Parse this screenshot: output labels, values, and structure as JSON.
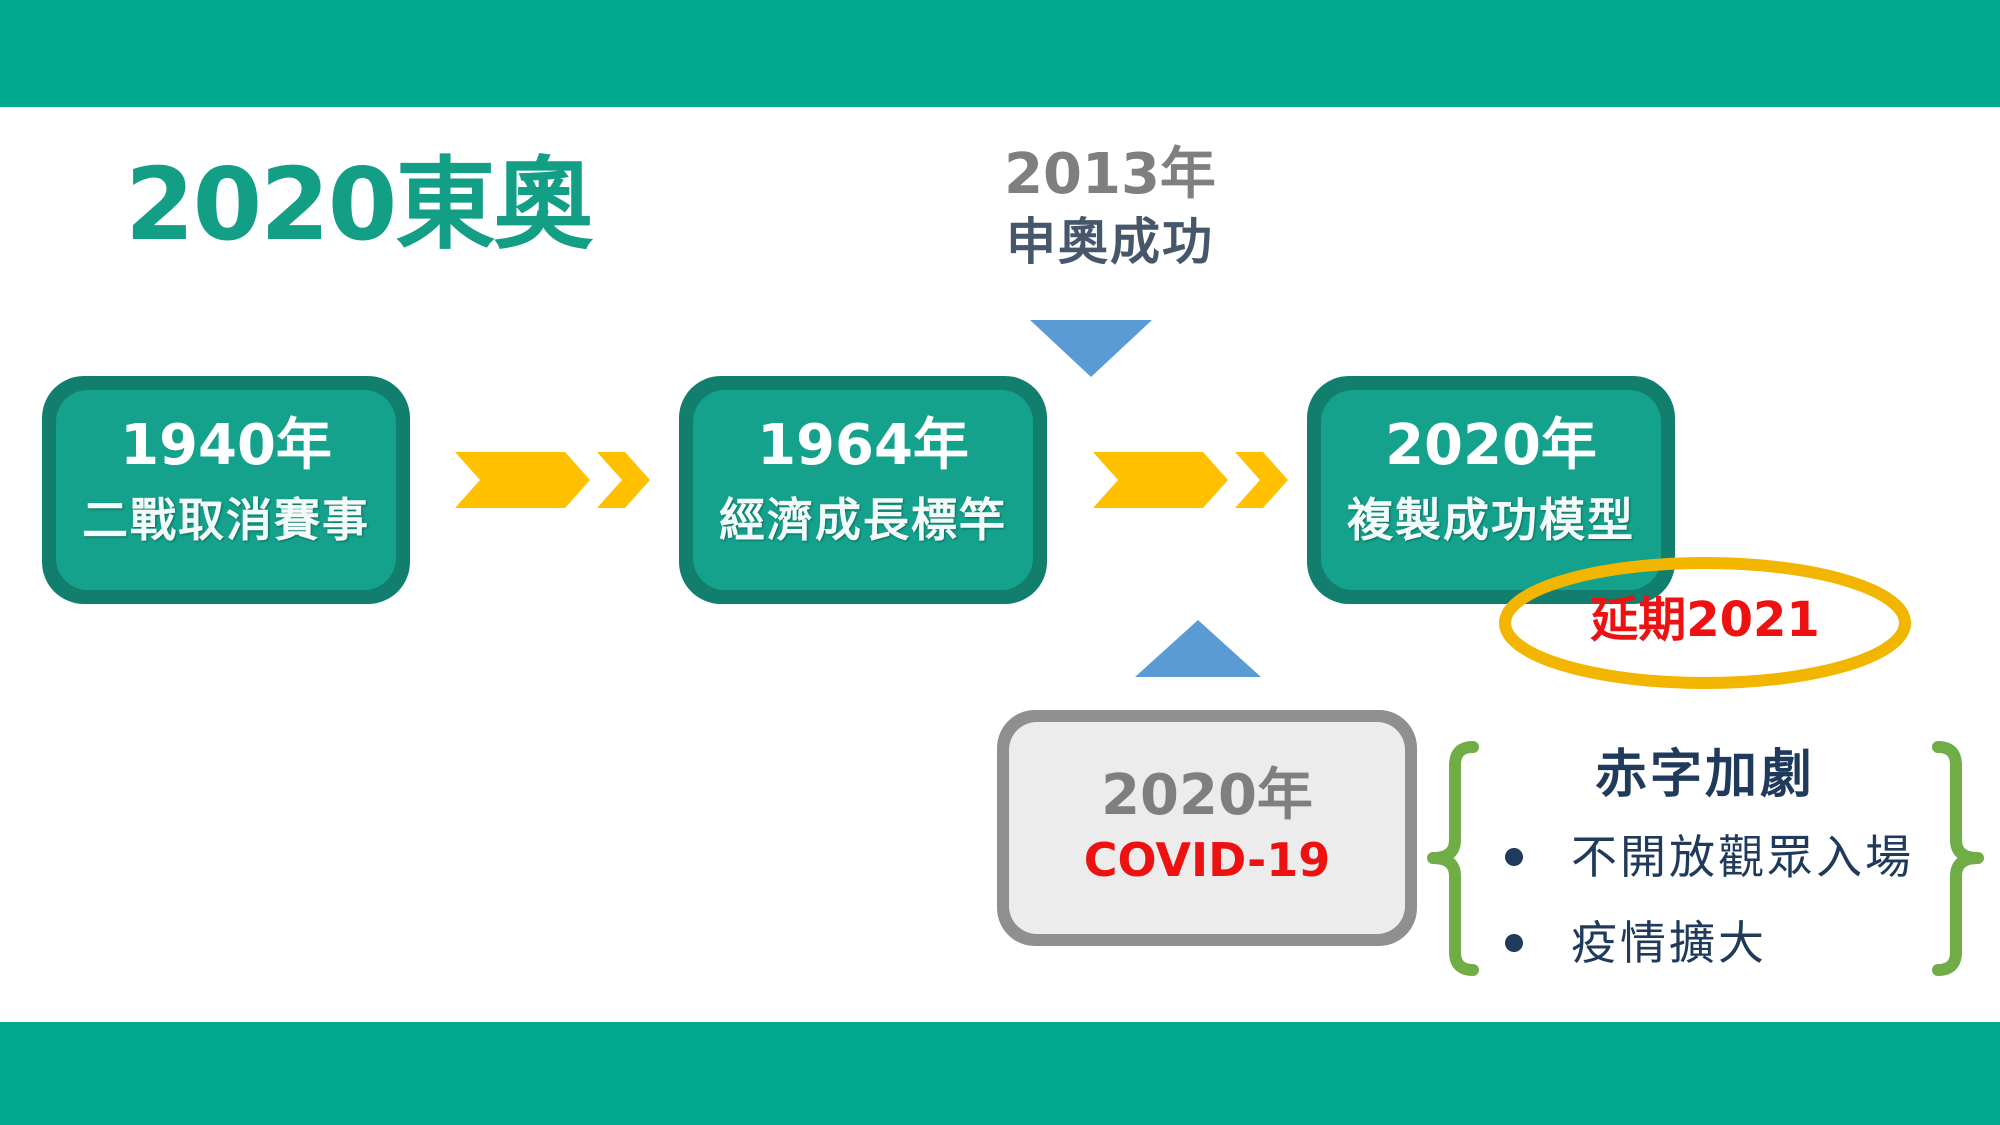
{
  "title": "2020東奧",
  "timeline": [
    {
      "year": "1940年",
      "desc": "二戰取消賽事"
    },
    {
      "year": "1964年",
      "desc": "經濟成長標竿"
    },
    {
      "year": "2020年",
      "desc": "複製成功模型"
    }
  ],
  "top_note": {
    "year": "2013年",
    "text": "申奧成功"
  },
  "covid": {
    "year": "2020年",
    "label": "COVID-19"
  },
  "delay_label": "延期2021",
  "deficit": {
    "title": "赤字加劇",
    "items": [
      "不開放觀眾入場",
      "疫情擴大"
    ]
  },
  "colors": {
    "teal_band": "#00a88e",
    "box_border": "#127f6e",
    "box_fill": "#14a28c",
    "chevron": "#ffc000",
    "triangle": "#5b9bd5",
    "ellipse": "#f2b600",
    "brace": "#70ad47",
    "alert_red": "#ee1111"
  }
}
